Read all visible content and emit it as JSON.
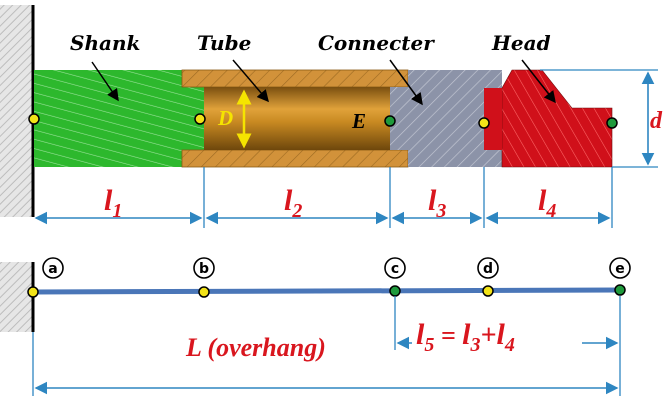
{
  "part_labels": {
    "shank": "Shank",
    "tube": "Tube",
    "connecter": "Connecter",
    "head": "Head"
  },
  "symbols": {
    "D": "D",
    "E": "E",
    "d": "d"
  },
  "segment_labels": {
    "l1": {
      "base": "l",
      "sub": "1"
    },
    "l2": {
      "base": "l",
      "sub": "2"
    },
    "l3": {
      "base": "l",
      "sub": "3"
    },
    "l4": {
      "base": "l",
      "sub": "4"
    }
  },
  "nodes": [
    "a",
    "b",
    "c",
    "d",
    "e"
  ],
  "overhang_label": "L (overhang)",
  "l5_equation": {
    "lhs_base": "l",
    "lhs_sub": "5",
    "eq": " = ",
    "t1_base": "l",
    "t1_sub": "3",
    "plus": "+",
    "t2_base": "l",
    "t2_sub": "4"
  },
  "colors": {
    "shank": "#2db82d",
    "tube_body": "#c58a1f",
    "tube_flange": "#d2923a",
    "connecter": "#8c93a8",
    "head": "#d0101a",
    "dimension": "#2e86c1",
    "label_red": "#d9161e",
    "beam": "#4a76b8",
    "node_yellow": "#f2e318",
    "node_green": "#1f9a3c",
    "arrow_yellow": "#f5e400"
  }
}
